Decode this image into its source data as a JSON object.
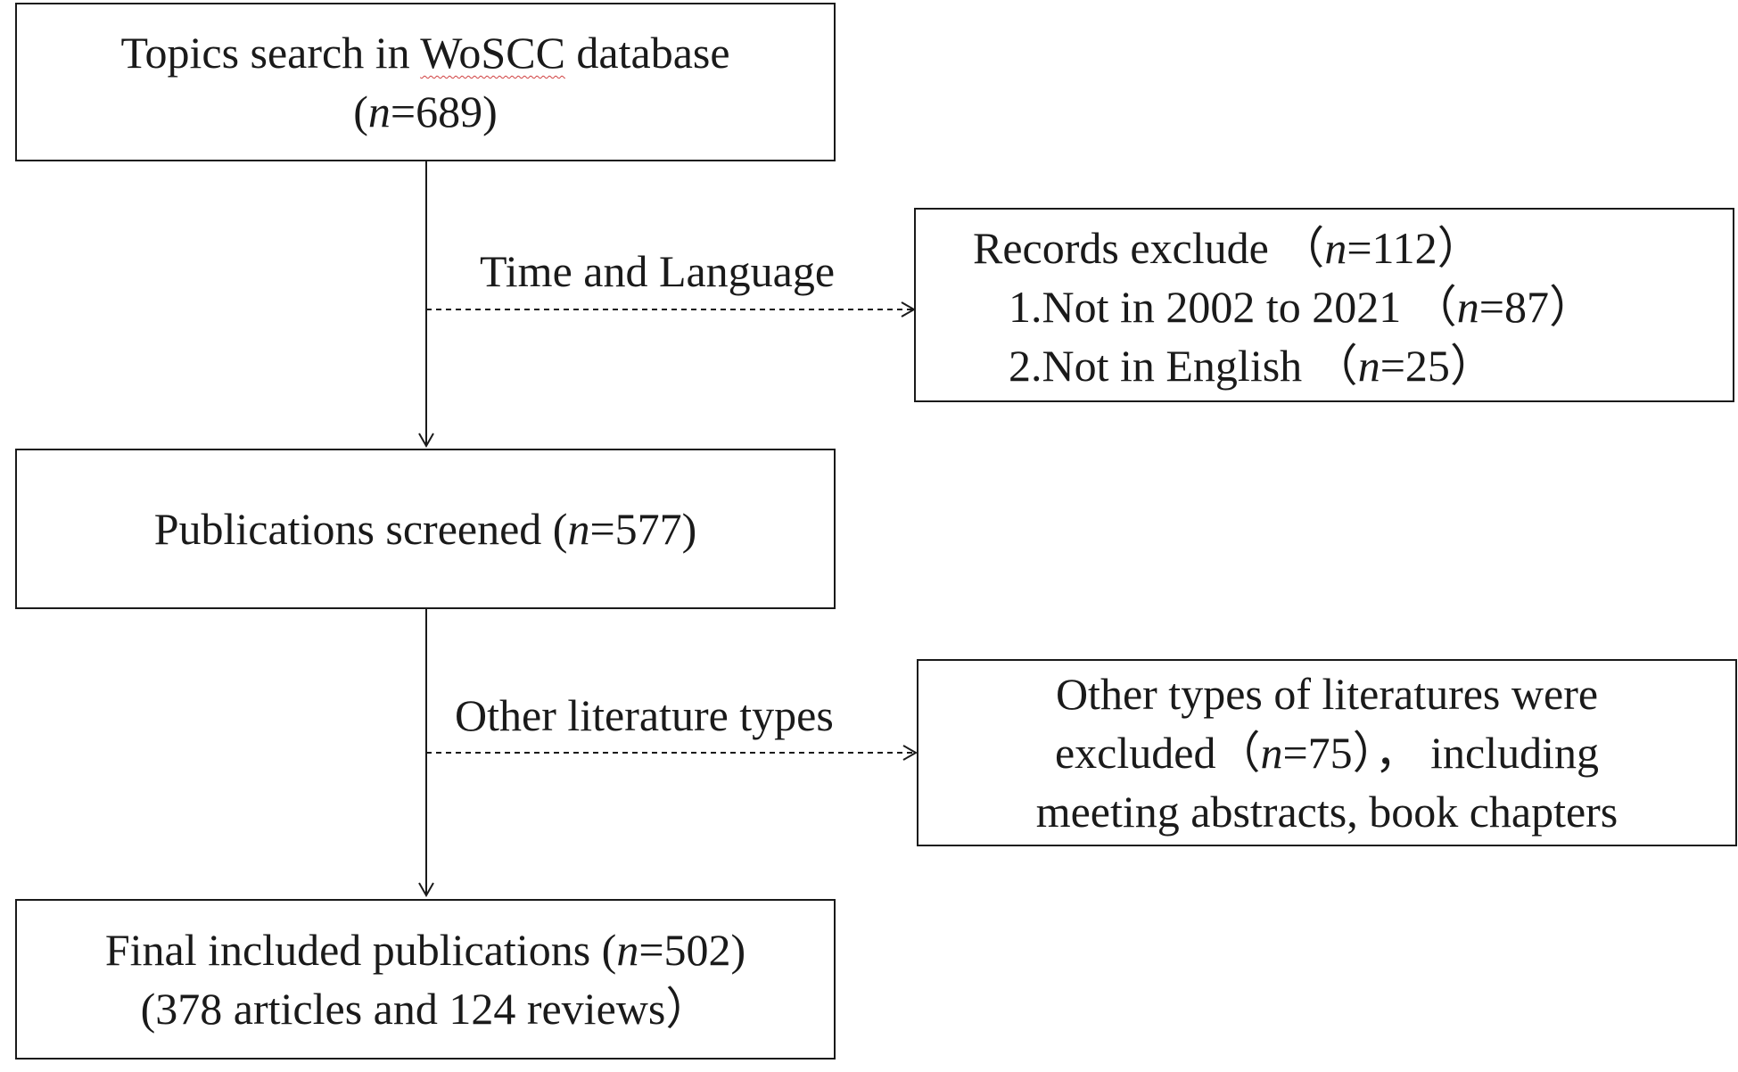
{
  "nodes": {
    "search": {
      "line1_prefix": "Topics search in ",
      "line1_word": "WoSCC",
      "line1_suffix": " database",
      "line2_open": "(",
      "line2_n": "n",
      "line2_rest": "=689)"
    },
    "excluded_time_lang": {
      "title_text": "Records exclude （",
      "title_n": "n",
      "title_rest": "=112）",
      "item1_text": "1.Not in 2002 to 2021 （",
      "item1_n": "n",
      "item1_rest": "=87）",
      "item2_text": "2.Not in English （",
      "item2_n": "n",
      "item2_rest": "=25）"
    },
    "screened": {
      "text": "Publications screened (",
      "n": "n",
      "rest": "=577)"
    },
    "excluded_types": {
      "line1": "Other types of literatures were",
      "line2_text": "excluded（",
      "line2_n": "n",
      "line2_rest": "=75）， including",
      "line3": "meeting abstracts, book chapters"
    },
    "final": {
      "line1_text": "Final included publications (",
      "line1_n": "n",
      "line1_rest": "=502)",
      "line2": "(378 articles and 124 reviews）"
    }
  },
  "edges": {
    "time_language": "Time and Language",
    "other_types": "Other literature types"
  },
  "colors": {
    "stroke": "#1a1a1a",
    "spellcheck_underline": "#d04040"
  }
}
